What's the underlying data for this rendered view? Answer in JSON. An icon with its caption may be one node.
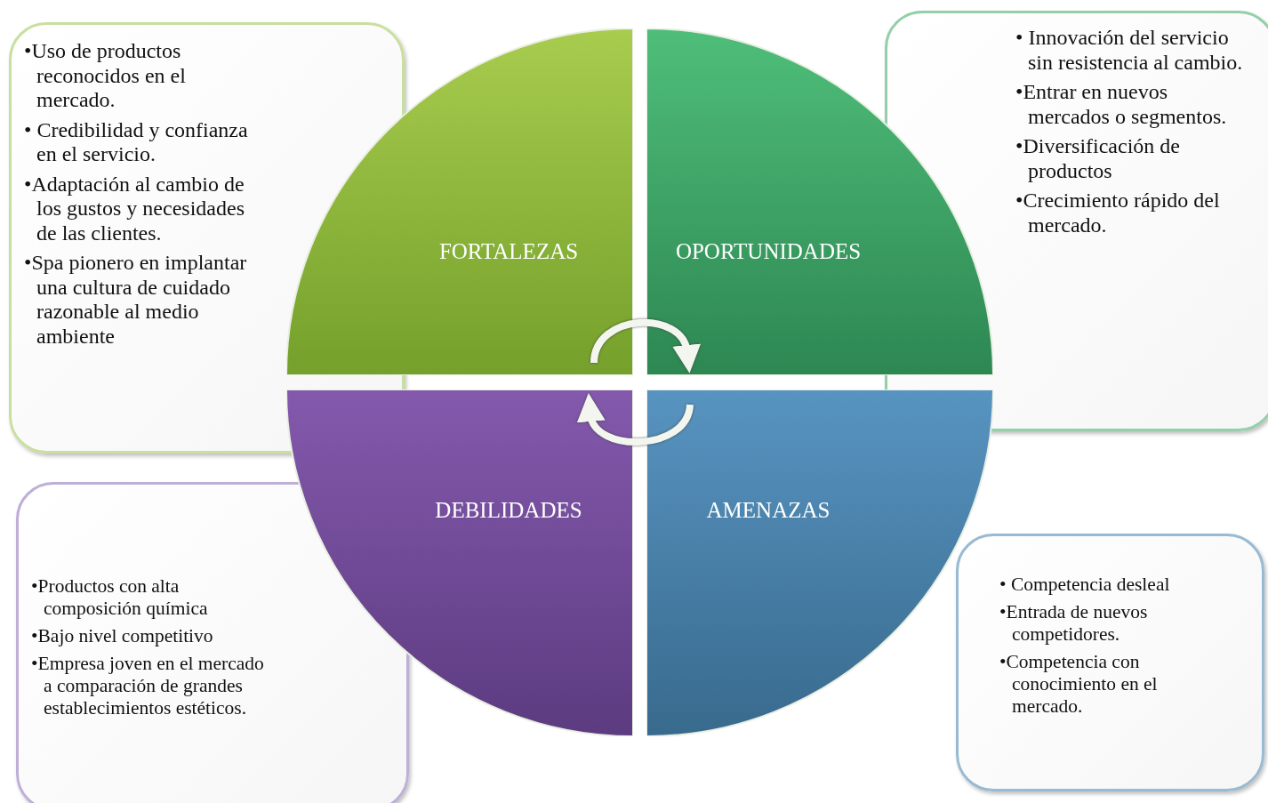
{
  "diagram": {
    "nodes": [
      {
        "text": [
          "•Uso de productos reconocidos en el mercado.",
          "• Credibilidad y confianza en el servicio.",
          "•Adaptación al cambio de los gustos y necesidades de las clientes.",
          "•Spa pionero en implantar una cultura de cuidado razonable al medio ambiente"
        ]
      },
      {
        "text": [
          "FORTALEZAS"
        ]
      },
      {
        "text": [
          "OPORTUNIDADES"
        ]
      },
      {
        "text": [
          "• Innovación del servicio sin resistencia al cambio.",
          "•Entrar en nuevos mercados o segmentos.",
          "•Diversificación de productos",
          "•Crecimiento rápido del mercado."
        ]
      },
      {
        "text": [
          "DEBILIDADES"
        ]
      },
      {
        "text": [
          "AMENAZAS"
        ]
      },
      {
        "text": [
          "•Productos con alta composición química",
          "•Bajo nivel competitivo",
          "•Empresa joven en el mercado a comparación de grandes establecimientos estéticos."
        ]
      },
      {
        "text": [
          "• Competencia desleal",
          "•Entrada de nuevos competidores.",
          "•Competencia con conocimiento en el mercado."
        ]
      }
    ],
    "edges": [
      {
        "from": 1,
        "to": 2,
        "arrow": "to"
      },
      {
        "from": 5,
        "to": 4,
        "arrow": "to"
      }
    ]
  }
}
